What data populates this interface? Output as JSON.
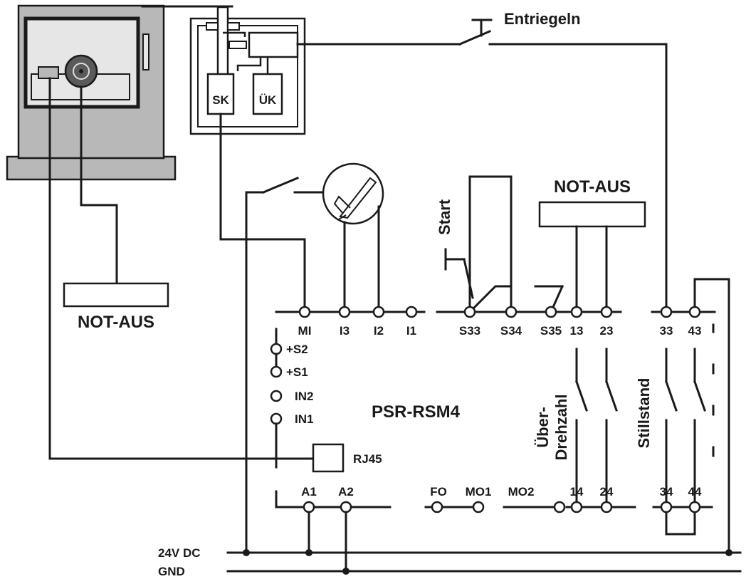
{
  "device": "PSR-RSM4",
  "labels": {
    "unlock": "Entriegeln",
    "estop_machine": "NOT-AUS",
    "estop_right": "NOT-AUS",
    "start": "Start",
    "sk": "SK",
    "uk": "ÜK",
    "overspeed_line1": "Über-",
    "overspeed_line2": "Drehzahl",
    "standstill": "Stillstand",
    "rj45": "RJ45",
    "supply_24v": "24V DC",
    "gnd": "GND"
  },
  "terminals": {
    "mi": "MI",
    "i3": "I3",
    "i2": "I2",
    "i1": "I1",
    "s33": "S33",
    "s34": "S34",
    "s35": "S35",
    "t13": "13",
    "t23": "23",
    "t33": "33",
    "t43": "43",
    "s2": "+S2",
    "s1": "+S1",
    "in2": "IN2",
    "in1": "IN1",
    "a1": "A1",
    "a2": "A2",
    "fo": "FO",
    "mo1": "MO1",
    "mo2": "MO2",
    "t14": "14",
    "t24": "24",
    "t34": "34",
    "t44": "44"
  },
  "colors": {
    "ink": "#1a1a1a",
    "machine_gray": "#b8b8b8",
    "panel_light": "#e6e6e6"
  }
}
